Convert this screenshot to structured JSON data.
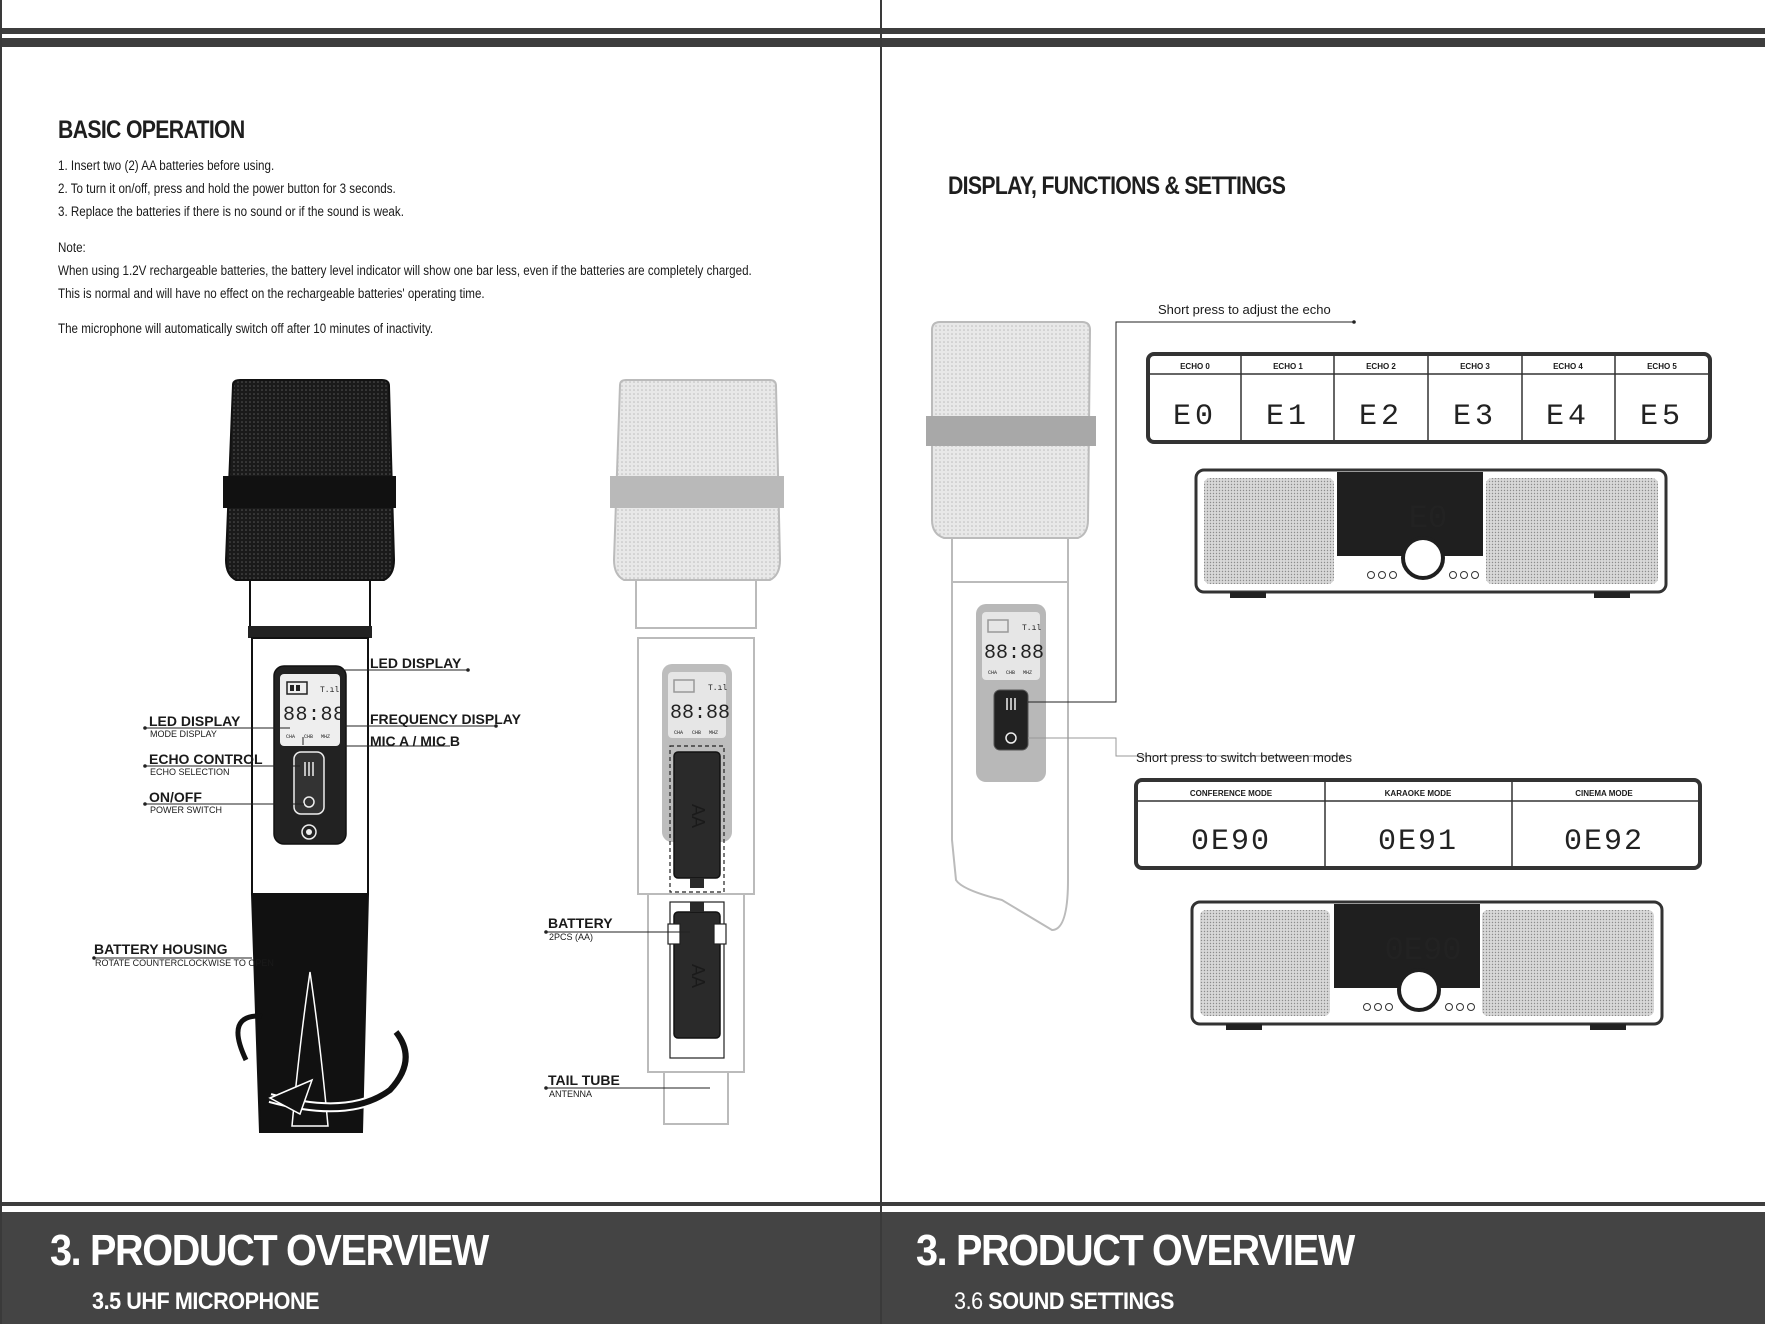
{
  "left": {
    "heading": "BASIC OPERATION",
    "steps": [
      "1. Insert two (2) AA batteries before using.",
      "2. To turn it on/off, press and hold the power button for 3 seconds.",
      "3. Replace the batteries if there is no sound or if the sound is weak."
    ],
    "note_label": "Note:",
    "note_lines": [
      "When using 1.2V rechargeable batteries, the battery level indicator will show one bar less, even if the batteries are completely charged.",
      "This is normal and will have no effect on the rechargeable batteries' operating time."
    ],
    "auto_off": "The microphone will automatically switch off after 10 minutes of inactivity.",
    "callouts": {
      "led_display_top": "LED DISPLAY",
      "led_display_left": "LED DISPLAY",
      "led_display_left_sub": "MODE DISPLAY",
      "frequency_display": "FREQUENCY DISPLAY",
      "mic_ab": "MIC A / MIC B",
      "echo_control": "ECHO CONTROL",
      "echo_control_sub": "ECHO SELECTION",
      "on_off": "ON/OFF",
      "on_off_sub": "POWER SWITCH",
      "battery_housing": "BATTERY HOUSING",
      "battery_housing_sub": "ROTATE COUNTERCLOCKWISE TO OPEN",
      "battery": "BATTERY",
      "battery_sub": "2PCS (AA)",
      "tail_tube": "TAIL TUBE",
      "tail_tube_sub": "ANTENNA"
    },
    "lcd": {
      "digits": "88:88",
      "labels": [
        "CHA",
        "CHB",
        "MHZ"
      ]
    },
    "battery_cell_label": "AA",
    "footer": {
      "chapter": "3. PRODUCT OVERVIEW",
      "section_number": "3.5",
      "section_title": "UHF MICROPHONE"
    }
  },
  "right": {
    "heading": "DISPLAY, FUNCTIONS & SETTINGS",
    "echo_caption": "Short press to adjust the echo",
    "echo_table": {
      "headers": [
        "ECHO 0",
        "ECHO 1",
        "ECHO 2",
        "ECHO 3",
        "ECHO 4",
        "ECHO 5"
      ],
      "values": [
        "E0",
        "E1",
        "E2",
        "E3",
        "E4",
        "E5"
      ]
    },
    "soundbar_echo_display": "E0",
    "mode_caption": "Short press to switch between modes",
    "mode_table": {
      "headers": [
        "CONFERENCE MODE",
        "KARAOKE MODE",
        "CINEMA MODE"
      ],
      "values": [
        "0E90",
        "0E91",
        "0E92"
      ]
    },
    "soundbar_mode_display": "0E90",
    "footer": {
      "chapter": "3. PRODUCT OVERVIEW",
      "section_number": "3.6",
      "section_title": "SOUND SETTINGS"
    }
  },
  "colors": {
    "ink": "#1e1e1e",
    "footer_bg": "#444444",
    "grille_dark": "#1f1f1f",
    "ghost": "#b9b9b9"
  }
}
